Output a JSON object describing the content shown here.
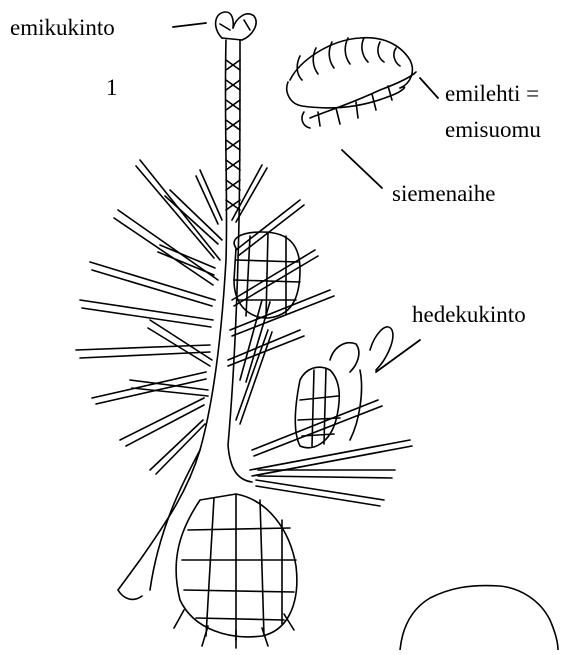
{
  "labels": {
    "female_flower": "emikukinto",
    "number": "1",
    "megasporophyll_line1": "emilehti =",
    "megasporophyll_line2": "emisuomu",
    "ovule": "siemenaihe",
    "male_flower": "hedekukinto"
  }
}
